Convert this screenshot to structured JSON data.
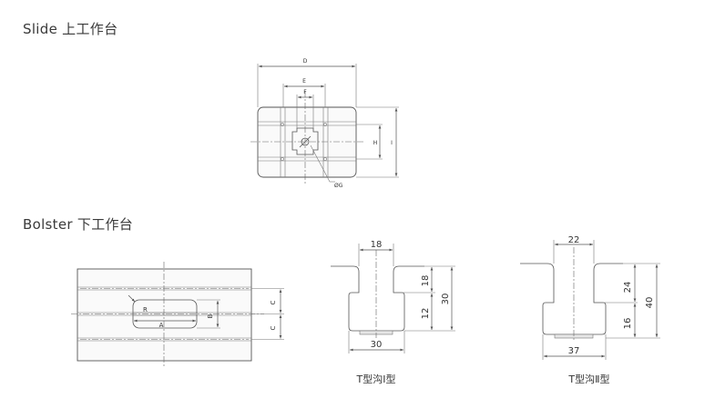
{
  "headings": {
    "slide": "Slide 上工作台",
    "bolster": "Bolster 下工作台"
  },
  "slide_labels": {
    "D": "D",
    "E": "E",
    "F": "F",
    "H": "H",
    "I": "I",
    "G": "ØG"
  },
  "bolster_labels": {
    "R": "R",
    "A": "A",
    "B": "B",
    "C_top": "C",
    "C_bottom": "C"
  },
  "tslot1": {
    "top_width": "18",
    "bottom_width": "30",
    "upper_height": "18",
    "lower_height": "12",
    "total_height": "30",
    "caption": "T型沟Ⅰ型"
  },
  "tslot2": {
    "top_width": "22",
    "bottom_width": "37",
    "upper_height": "24",
    "lower_height": "16",
    "total_height": "40",
    "caption": "T型沟Ⅱ型"
  }
}
